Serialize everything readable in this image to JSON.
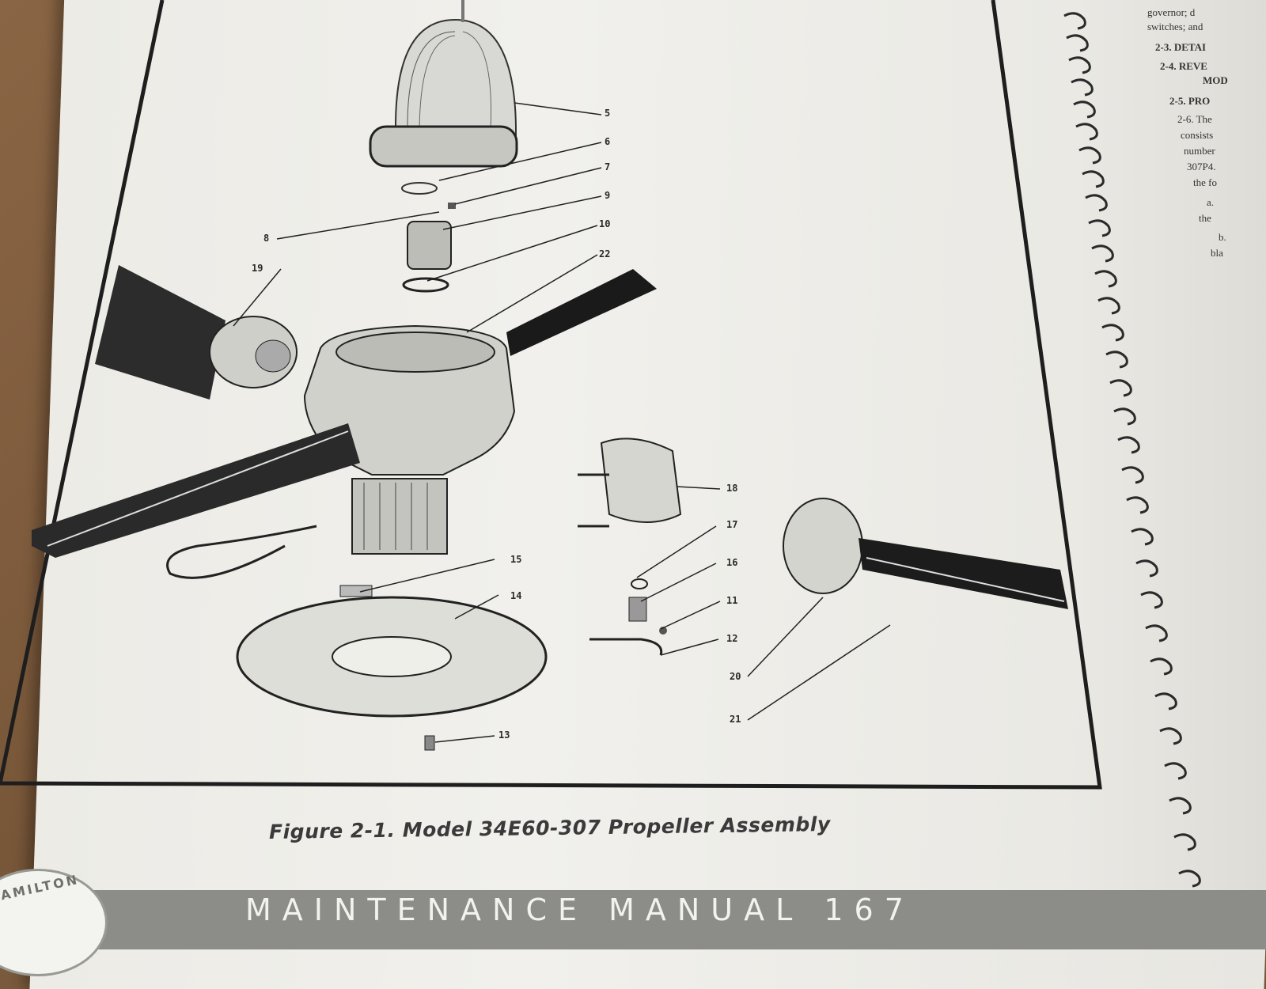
{
  "figure": {
    "caption": "Figure 2-1. Model 34E60-307 Propeller Assembly",
    "callouts": [
      "5",
      "6",
      "7",
      "9",
      "8",
      "10",
      "22",
      "19",
      "18",
      "17",
      "15",
      "16",
      "14",
      "11",
      "12",
      "20",
      "13",
      "21"
    ]
  },
  "side_column": {
    "lines": [
      "governor; d",
      "switches; and",
      "2-3. DETAI",
      "2-4. REVE",
      "MOD",
      "2-5. PRO",
      "2-6. The",
      "consists",
      "number",
      "307P4.",
      "the fo",
      "a.",
      "the",
      "b.",
      "bla"
    ]
  },
  "footer": {
    "logo_text": "AMILTON",
    "title": "MAINTENANCE MANUAL 167"
  }
}
